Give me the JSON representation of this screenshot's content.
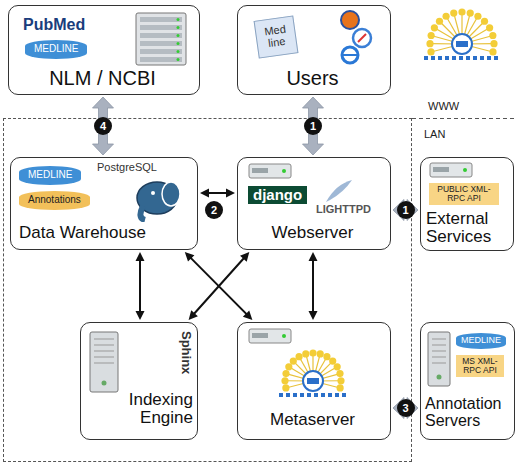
{
  "diagram": {
    "nodes": [
      {
        "text": [
          "PubMed",
          "MEDLINE",
          "NLM / NCBI"
        ]
      },
      {
        "text": [
          "Med line",
          "Users"
        ]
      },
      {
        "text": [
          "LAN"
        ]
      },
      {
        "text": [
          "MEDLINE",
          "PostgreSQL",
          "Annotations",
          "Data Warehouse"
        ],
        "in": 2
      },
      {
        "text": [
          "django",
          "LIGHTTPD",
          "Webserver"
        ],
        "in": 2
      },
      {
        "text": [
          "PUBLIC XML-RPC API",
          "External Services"
        ]
      },
      {
        "text": [
          "Sphinx",
          "Indexing Engine"
        ],
        "in": 2
      },
      {
        "text": [
          "Metaserver"
        ],
        "in": 2
      },
      {
        "text": [
          "MEDLINE",
          "MS XML-RPC API",
          "Annotation Servers"
        ]
      }
    ],
    "edges": [
      {
        "from": 0,
        "to": 3,
        "arrow": "both",
        "label": "4"
      },
      {
        "from": 1,
        "to": 4,
        "arrow": "both",
        "label": "1"
      },
      {
        "from": 3,
        "to": 4,
        "arrow": "both"
      },
      {
        "from": 4,
        "to": 5,
        "arrow": "both",
        "label": "1"
      },
      {
        "from": 3,
        "to": 6,
        "arrow": "both"
      },
      {
        "from": 3,
        "to": 7,
        "arrow": "both"
      },
      {
        "from": 4,
        "to": 6,
        "arrow": "both"
      },
      {
        "from": 4,
        "to": 7,
        "arrow": "both"
      },
      {
        "from": 7,
        "to": 8,
        "arrow": "both",
        "label": "3"
      }
    ],
    "labels": [
      "WWW",
      "2"
    ]
  }
}
